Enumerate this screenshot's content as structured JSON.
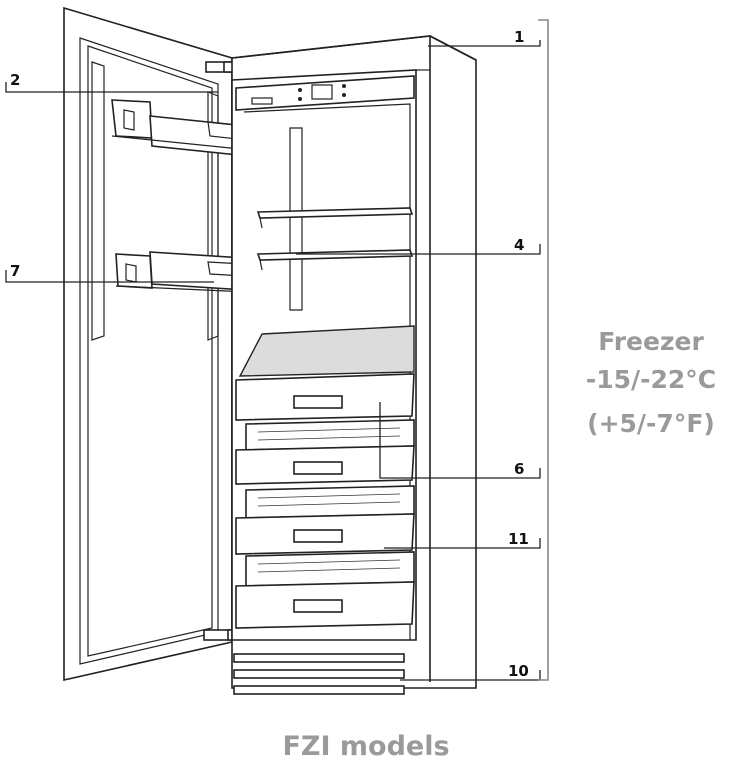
{
  "callouts": [
    {
      "id": "1",
      "label": "1"
    },
    {
      "id": "2",
      "label": "2"
    },
    {
      "id": "4",
      "label": "4"
    },
    {
      "id": "7",
      "label": "7"
    },
    {
      "id": "6",
      "label": "6"
    },
    {
      "id": "11",
      "label": "11"
    },
    {
      "id": "10",
      "label": "10"
    }
  ],
  "zone": {
    "name": "Freezer",
    "temp_c": "-15/-22°C",
    "temp_f": "(+5/-7°F)"
  },
  "caption": "FZI models",
  "colors": {
    "line": "#222222",
    "zone_text": "#9a9a9a",
    "bracket": "#888888"
  }
}
